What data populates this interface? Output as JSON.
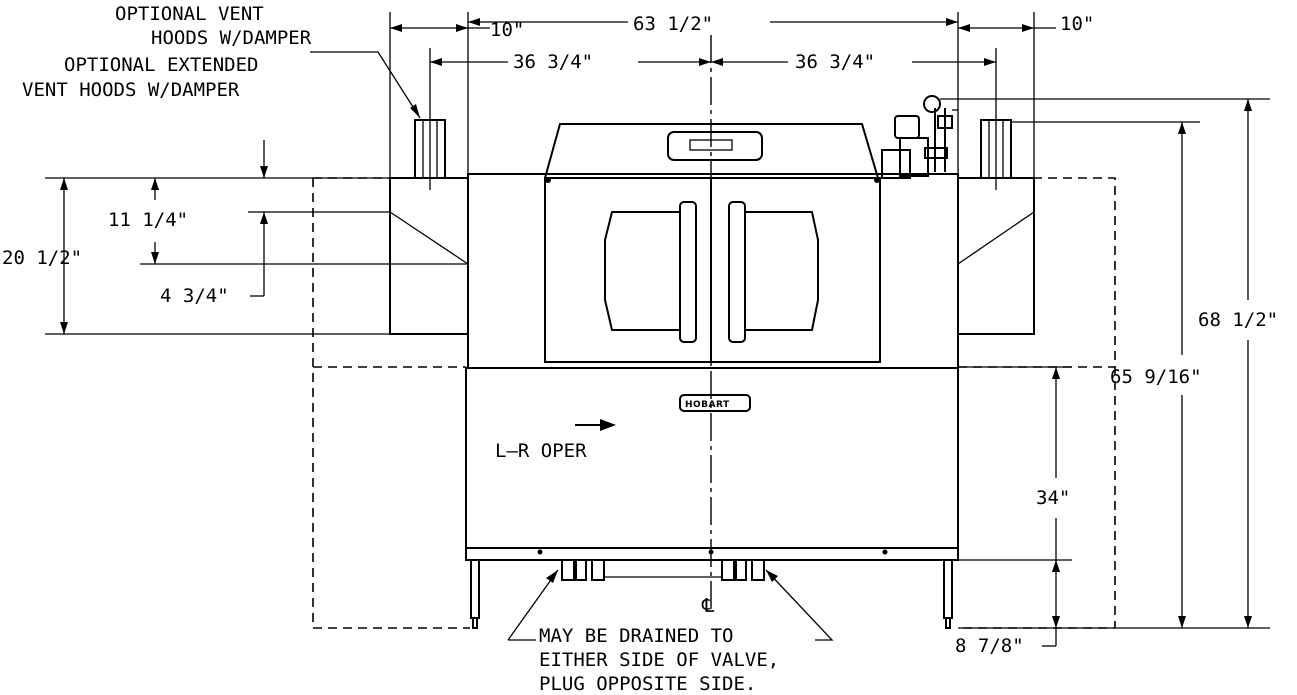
{
  "dimensions": {
    "top_left_side": "10\"",
    "top_overall": "63 1/2\"",
    "top_right_side": "10\"",
    "half_left": "36 3/4\"",
    "half_right": "36 3/4\"",
    "hood_upper": "11 1/4\"",
    "hood_total": "20 1/2\"",
    "hood_lower": "4 3/4\"",
    "overall_height": "68 1/2\"",
    "door_height": "65 9/16\"",
    "table_height": "34\"",
    "leg_height": "8 7/8\""
  },
  "labels": {
    "vent_hoods_line1": "OPTIONAL VENT",
    "vent_hoods_line2": "HOODS W/DAMPER",
    "ext_hoods_line1": "OPTIONAL EXTENDED",
    "ext_hoods_line2": "VENT HOODS W/DAMPER",
    "operation": "L–R OPER",
    "centerline": "℄",
    "drain_line1": "MAY BE DRAINED TO",
    "drain_line2": "EITHER SIDE OF VALVE,",
    "drain_line3": "PLUG OPPOSITE SIDE.",
    "brand": "HOBART"
  }
}
